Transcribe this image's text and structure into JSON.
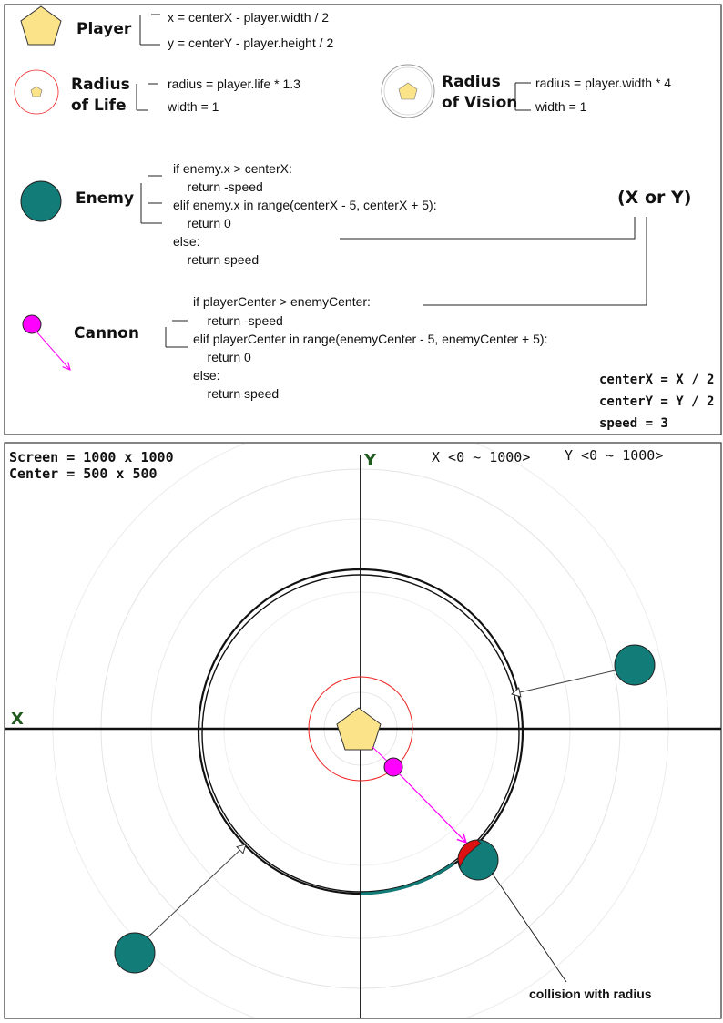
{
  "legend": {
    "player": {
      "label": "Player",
      "formula_x": "x = centerX - player.width / 2",
      "formula_y": "y = centerY - player.height / 2"
    },
    "radius_of_life": {
      "label_line1": "Radius",
      "label_line2": "of Life",
      "formula_radius": "radius = player.life * 1.3",
      "formula_width": "width = 1"
    },
    "radius_of_vision": {
      "label_line1": "Radius",
      "label_line2": "of Vision",
      "formula_radius": "radius = player.width * 4",
      "formula_width": "width = 1"
    },
    "enemy": {
      "label": "Enemy",
      "code": [
        "if enemy.x > centerX:",
        "    return -speed",
        "elif enemy.x in range(centerX - 5, centerX + 5):",
        "    return 0",
        "else:",
        "    return speed"
      ]
    },
    "xy_note": "(X or Y)",
    "cannon": {
      "label": "Cannon",
      "code": [
        "if playerCenter > enemyCenter:",
        "    return -speed",
        "elif playerCenter in range(enemyCenter - 5, enemyCenter + 5):",
        "    return 0",
        "else:",
        "    return speed"
      ]
    },
    "constants": [
      "centerX = X / 2",
      "centerY = Y / 2",
      "speed = 3"
    ]
  },
  "scene": {
    "screen_text": "Screen = 1000 x 1000",
    "center_text": "Center = 500 x 500",
    "x_axis_label": "X",
    "y_axis_label": "Y",
    "x_range": "X <0 ~ 1000>",
    "y_range": "Y <0 ~ 1000>",
    "collision_label": "collision with radius"
  },
  "colors": {
    "player_fill": "#fbe38a",
    "enemy_fill": "#127d78",
    "cannon_fill": "#ff00ff",
    "life_ring": "#ee2222",
    "collision": "#dd1111",
    "axis_label": "#1f5a1f"
  }
}
